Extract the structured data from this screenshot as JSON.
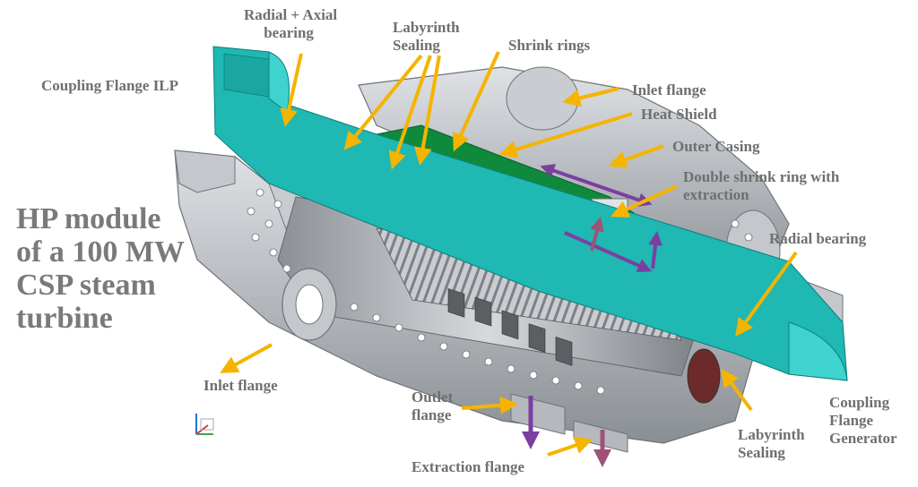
{
  "title": {
    "lines": [
      "HP module",
      "of a 100 MW",
      "CSP steam",
      "turbine"
    ]
  },
  "labels": {
    "radial_axial_bearing": [
      "Radial + Axial",
      "bearing"
    ],
    "labyrinth_sealing_top": [
      "Labyrinth",
      "Sealing"
    ],
    "shrink_rings": "Shrink rings",
    "coupling_flange_ilp": "Coupling Flange ILP",
    "inlet_flange_top": "Inlet flange",
    "heat_shield": "Heat Shield",
    "outer_casing": "Outer Casing",
    "double_shrink_ring": [
      "Double shrink ring with",
      "extraction"
    ],
    "radial_bearing": "Radial bearing",
    "inlet_flange_bottom": "Inlet flange",
    "outlet_flange": [
      "Outlet",
      "flange"
    ],
    "extraction_flange": "Extraction flange",
    "labyrinth_sealing_bottom": [
      "Labyrinth",
      "Sealing"
    ],
    "coupling_flange_generator": [
      "Coupling",
      "Flange",
      "Generator"
    ]
  },
  "colors": {
    "label_text": "#6f6f6f",
    "arrow": "#f5b400",
    "rotor": "#1fb8b2",
    "rotor_light": "#3fd3cf",
    "casing": "#b5b9be",
    "casing_dark": "#7d8186",
    "casing_light": "#d8dbde",
    "heat_shield": "#0f8a3c",
    "flow_purple": "#7b3fa0",
    "flow_mauve": "#a05276"
  },
  "icons": [
    "axis-triad-icon"
  ]
}
